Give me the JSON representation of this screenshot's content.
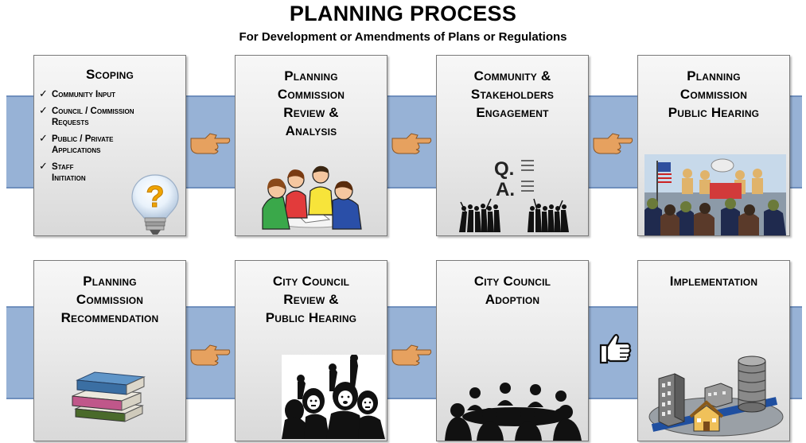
{
  "header": {
    "title": "PLANNING PROCESS",
    "subtitle": "For Development or Amendments of Plans or Regulations"
  },
  "colors": {
    "band": "#97b2d6",
    "card": "#ececec",
    "hand": "#e6a15f"
  },
  "steps": [
    {
      "title": "Scoping",
      "items": [
        "Community Input",
        "Council / Commission\nRequests",
        "Public / Private\nApplications",
        "Staff\nInitiation"
      ],
      "icon": "question-lightbulb-icon"
    },
    {
      "title": "Planning\nCommission\nReview &\nAnalysis",
      "icon": "people-meeting-icon"
    },
    {
      "title": "Community &\nStakeholders\nEngagement",
      "icon": "qa-crowd-icon",
      "qa": [
        "Q.",
        "A."
      ]
    },
    {
      "title": "Planning\nCommission\nPublic Hearing",
      "icon": "public-hearing-icon"
    },
    {
      "title": "Planning\nCommission\nRecommendation",
      "icon": "books-icon"
    },
    {
      "title": "City Council\nReview &\nPublic Hearing",
      "icon": "protest-crowd-icon"
    },
    {
      "title": "City Council\nAdoption",
      "icon": "council-meeting-icon"
    },
    {
      "title": "Implementation",
      "icon": "city-buildings-icon"
    }
  ],
  "connectors": [
    "pointing-hand-icon",
    "pointing-hand-icon",
    "pointing-hand-icon",
    "pointing-hand-icon",
    "pointing-hand-icon",
    "thumbs-up-icon"
  ]
}
